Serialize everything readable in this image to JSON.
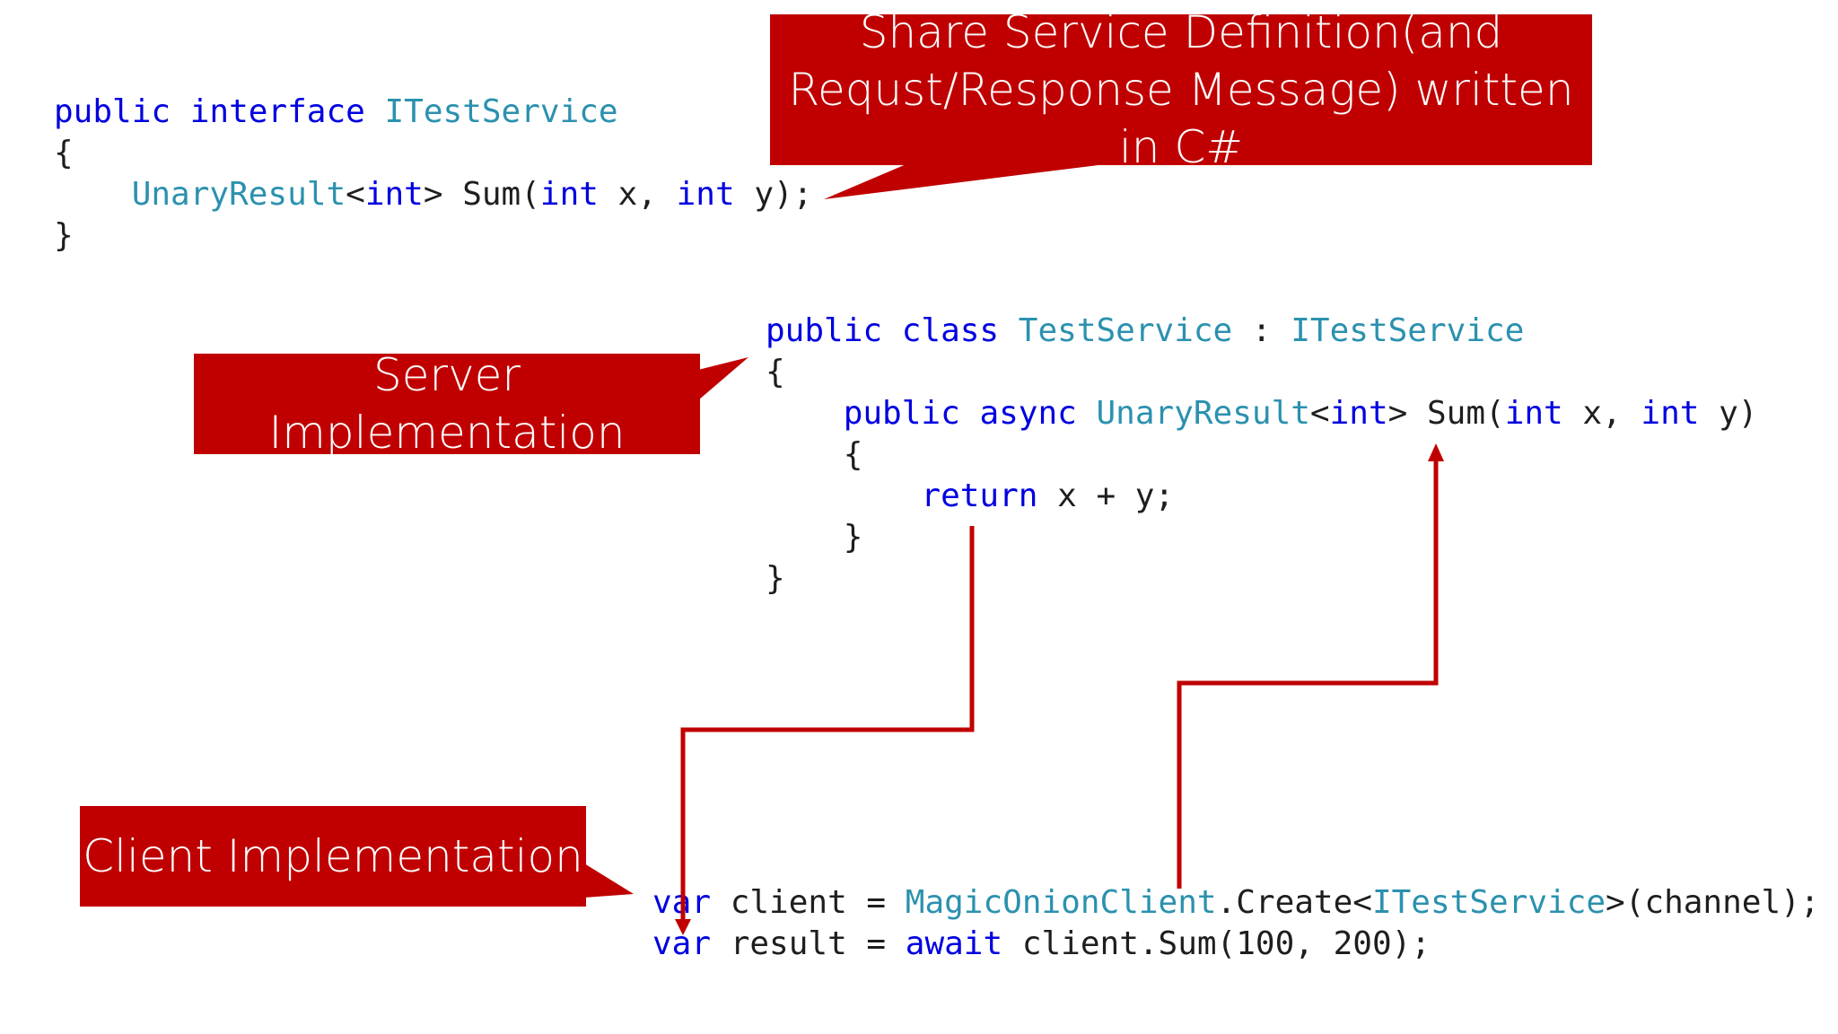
{
  "callouts": {
    "share_line1": "Share Service Definition(and",
    "share_line2": "Requst/Response Message) written in C#",
    "server": "Server Implementation",
    "client": "Client Implementation"
  },
  "colors": {
    "callout": "#c00000",
    "keyword": "#0000e0",
    "type": "#2b91af",
    "text": "#1e1e1e"
  },
  "code": {
    "interface": {
      "l1": {
        "kw1": "public",
        "kw2": "interface",
        "type": "ITestService"
      },
      "l2": "{",
      "l3": {
        "type": "UnaryResult",
        "lt": "<",
        "kw_int": "int",
        "gt_sum": "> Sum(",
        "kw_int2": "int",
        "mid": " x, ",
        "kw_int3": "int",
        "end": " y);"
      },
      "l4": "}"
    },
    "server": {
      "l1": {
        "kw1": "public",
        "kw2": "class",
        "type1": "TestService",
        "colon": " : ",
        "type2": "ITestService"
      },
      "l2": "{",
      "l3": {
        "kw1": "public",
        "kw2": "async",
        "type": "UnaryResult",
        "lt": "<",
        "kw_int": "int",
        "gt_sum": "> Sum(",
        "kw_int2": "int",
        "mid": " x, ",
        "kw_int3": "int",
        "end": " y)"
      },
      "l4": "{",
      "l5": {
        "kw": "return",
        "rest": " x + y;"
      },
      "l6": "}",
      "l7": "}"
    },
    "client": {
      "l1": {
        "kw": "var",
        "mid": " client = ",
        "type1": "MagicOnionClient",
        "mid2": ".Create<",
        "type2": "ITestService",
        "end": ">(channel);"
      },
      "l2": {
        "kw": "var",
        "mid": " result = ",
        "kw2": "await",
        "end": " client.Sum(100, 200);"
      }
    }
  }
}
